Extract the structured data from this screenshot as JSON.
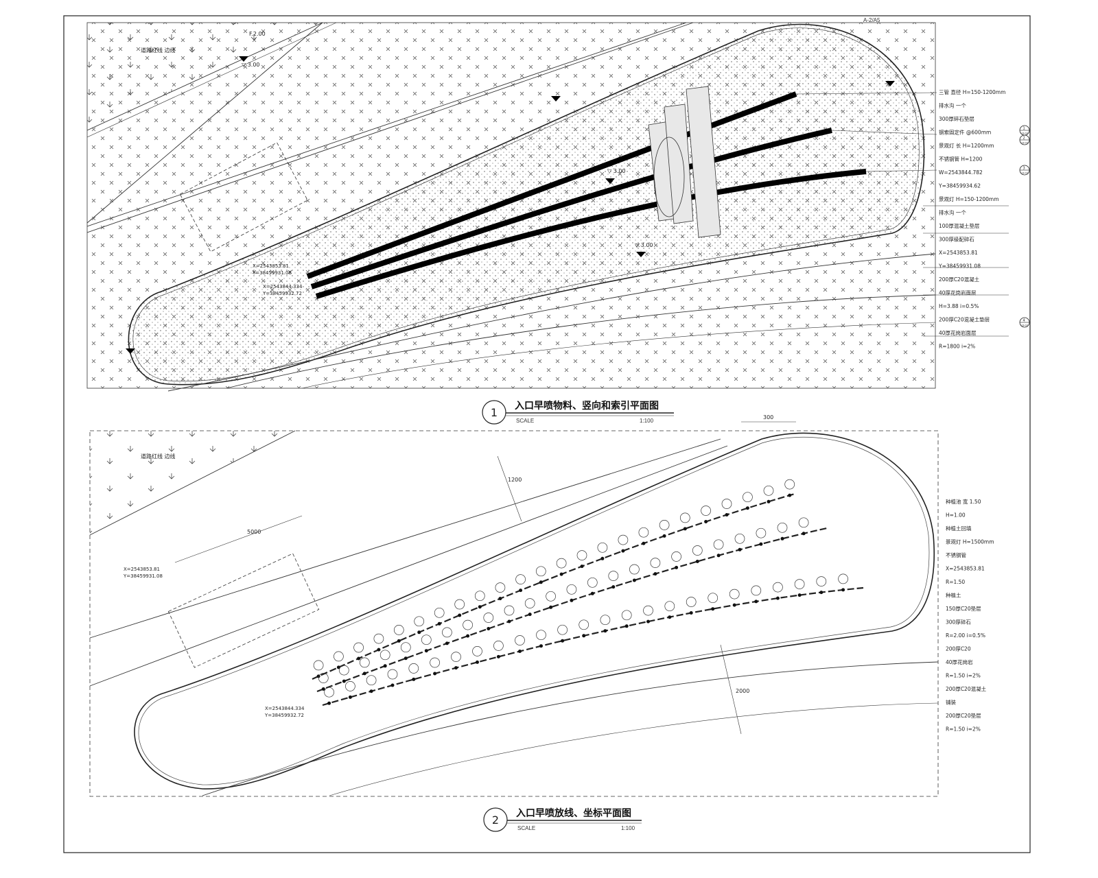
{
  "sheet": {
    "ref_top_right": "A-2/A5"
  },
  "view1": {
    "number": "1",
    "title": "入口早喷物料、竖向和索引平面图",
    "scale_label": "SCALE",
    "scale": "1:100",
    "notes": [
      "三管 直径 H=150-1200mm",
      "排水沟 一个",
      "300厚碎石垫层",
      "钢索固定件 @600mm",
      "景观灯 长 H=1200mm",
      "不锈钢管 H=1200",
      "W=2543844.782",
      "Y=38459934.62",
      "景观灯 H=150-1200mm",
      "排水沟 一个",
      "100厚混凝土垫层",
      "300厚级配碎石",
      "X=2543853.81",
      "Y=38459931.08",
      "200厚C20混凝土",
      "40厚花岗岩面层",
      "H=3.88 i=0.5%",
      "200厚C20混凝土垫层",
      "40厚花岗岩面层",
      "R=1800 i=2%"
    ],
    "index_bubbles": [
      {
        "num": "1",
        "sheet": "LD-07"
      },
      {
        "num": "2",
        "sheet": "LD-07"
      },
      {
        "num": "3",
        "sheet": "LD-07"
      },
      {
        "num": "4",
        "sheet": "LD-07"
      }
    ],
    "labels": {
      "boundary": "道路红线 边线",
      "elev_top": "F.2.00",
      "elev_main": "▽ 3.00",
      "elev_mid": "▽ 3.00",
      "elev_low": "▽ 3.00",
      "coord_a": "X=2543853.81",
      "coord_b": "Y=38459931.08",
      "coord_c": "X=2543844.334",
      "coord_d": "Y=38459932.72"
    }
  },
  "view2": {
    "number": "2",
    "title": "入口早喷放线、坐标平面图",
    "scale_label": "SCALE",
    "scale": "1:100",
    "notes": [
      "种植池 宽 1.50",
      "H=1.00",
      "种植土回填",
      "景观灯 H=1500mm",
      "不锈钢管",
      "X=2543853.81",
      "R=1.50",
      "种植土",
      "150厚C20垫层",
      "300厚碎石",
      "R=2.00 i=0.5%",
      "200厚C20",
      "40厚花岗岩",
      "R=1.50 i=2%",
      "200厚C20混凝土",
      "铺装",
      "200厚C20垫层",
      "R=1.50 i=2%"
    ],
    "labels": {
      "boundary": "道路红线 边线",
      "coord_a": "X=2543853.81",
      "coord_b": "Y=38459931.08",
      "coord_c": "X=2543844.334",
      "coord_d": "Y=38459932.72",
      "dim_1": "5000",
      "dim_2": "1200",
      "dim_3": "2000",
      "dim_4": "300"
    }
  }
}
